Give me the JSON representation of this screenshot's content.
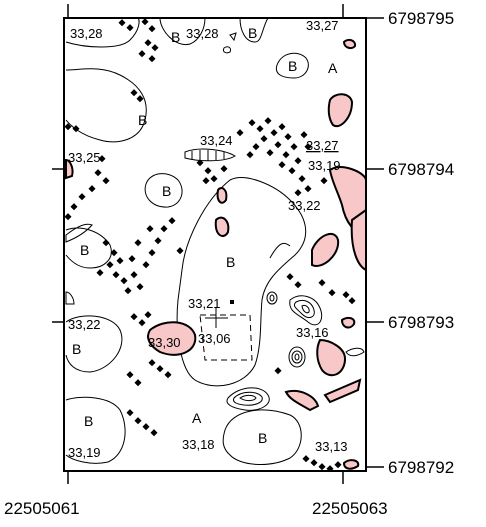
{
  "map": {
    "frame": {
      "stroke": "#000000"
    },
    "colors": {
      "pink_patch": "#f8c8c8",
      "point": "#000000"
    },
    "axes": {
      "right_ticks": [
        "6798795",
        "6798794",
        "6798793",
        "6798792"
      ],
      "bottom_ticks": [
        "22505061",
        "22505063"
      ]
    },
    "elevations": [
      "33,28",
      "33,28",
      "33,27",
      "33,24",
      "33,27",
      "33,25",
      "33,19",
      "33,22",
      "33,21",
      "33,22",
      "33,30",
      "33,06",
      "33,16",
      "33,18",
      "33,13",
      "33,19"
    ],
    "zones": [
      "B",
      "B",
      "B",
      "A",
      "B",
      "B",
      "B",
      "B",
      "B",
      "B",
      "A",
      "B"
    ]
  }
}
